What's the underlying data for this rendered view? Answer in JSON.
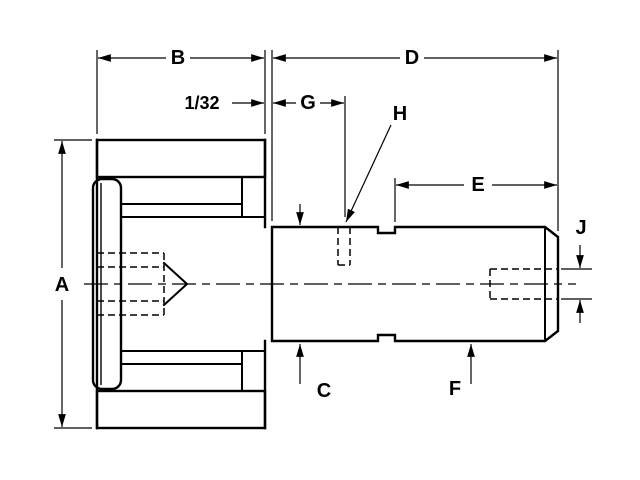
{
  "drawing": {
    "background": "#ffffff",
    "line_color": "#000000",
    "labels": {
      "A": "A",
      "B": "B",
      "C": "C",
      "D": "D",
      "E": "E",
      "F": "F",
      "G": "G",
      "H": "H",
      "J": "J",
      "offset": "1/32"
    }
  }
}
